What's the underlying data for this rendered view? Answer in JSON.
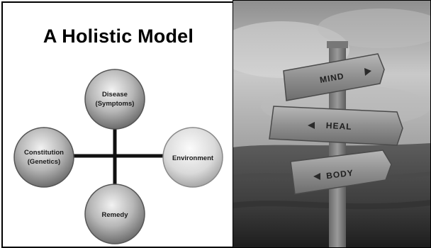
{
  "diagram": {
    "title": "A Holistic Model",
    "nodes": {
      "top": [
        "Disease",
        "(Symptoms)"
      ],
      "left": [
        "Constitution",
        "(Genetics)"
      ],
      "right": [
        "Environment"
      ],
      "bottom": [
        "Remedy"
      ]
    }
  },
  "photo": {
    "signs": {
      "top": "MIND",
      "middle": "HEAL",
      "bottom": "BODY"
    },
    "colors": {
      "sky_light": "#cfcfcf",
      "sky_dark": "#6e6e6e",
      "wood": "#8a8a8a"
    }
  }
}
